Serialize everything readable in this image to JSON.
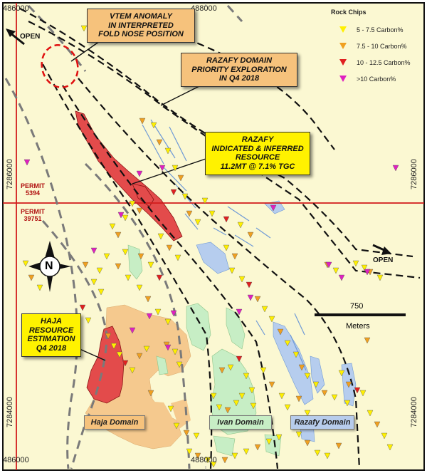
{
  "grid": {
    "top_left_easting": "486000",
    "top_mid_easting": "488000",
    "bottom_left_easting": "486000",
    "bottom_mid_easting": "488000",
    "left_north_upper": "7286000",
    "left_north_lower": "7284000",
    "right_north_upper": "7286000",
    "right_north_lower": "7284000"
  },
  "permits": {
    "upper_label": "PERMIT",
    "upper_number": "5394",
    "lower_label": "PERMIT",
    "lower_number": "39751"
  },
  "callouts": {
    "vtem": [
      "VTEM ANOMALY",
      "IN INTERPRETED",
      "FOLD NOSE POSITION"
    ],
    "razafy_domain": [
      "RAZAFY DOMAIN",
      "PRIORITY EXPLORATION",
      "IN Q4 2018"
    ],
    "razafy_resource": [
      "RAZAFY",
      "INDICATED & INFERRED",
      "RESOURCE",
      "11.2MT @ 7.1% TGC"
    ],
    "haja": [
      "HAJA",
      "RESOURCE",
      "ESTIMATION",
      "Q4 2018"
    ]
  },
  "legend": {
    "title": "Rock Chips",
    "items": [
      {
        "label": "5 - 7.5 Carbon%",
        "color": "#fff000"
      },
      {
        "label": "7.5 - 10 Carbon%",
        "color": "#f0a020"
      },
      {
        "label": "10 - 12.5 Carbon%",
        "color": "#e02020"
      },
      {
        "label": ">10 Carbon%",
        "color": "#e020c0"
      }
    ]
  },
  "open_labels": {
    "northwest": "OPEN",
    "east": "OPEN"
  },
  "north_arrow": "N",
  "scale_bar": {
    "value": "750",
    "unit": "Meters"
  },
  "domains": {
    "haja": "Haja Domain",
    "ivan": "Ivan Domain",
    "razafy": "Razafy Domain"
  },
  "colors": {
    "background": "#fbf8d2",
    "haja_fill": "#f5c98e",
    "ivan_fill": "#c7eec5",
    "razafy_fill": "#b6cdee",
    "resource_fill": "#e34b4b",
    "grid_line": "#d21b1b",
    "callout_yellow": "#fff200",
    "callout_orange": "#f6c27c",
    "callout_blue": "#b7ccec"
  }
}
